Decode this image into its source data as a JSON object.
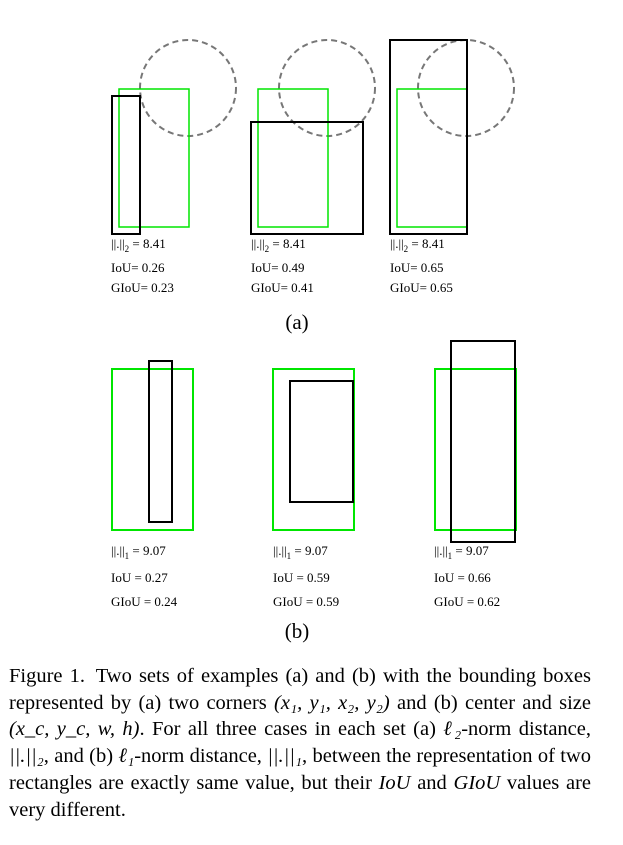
{
  "colors": {
    "ground_truth": "#00e600",
    "prediction": "#000000",
    "circle": "#777777"
  },
  "panel_a": {
    "label": "(a)",
    "cases": [
      {
        "norm_symbol": "||.||",
        "norm_sub": "2",
        "norm_value": "= 8.41",
        "iou": "IoU= 0.26",
        "giou": "GIoU= 0.23"
      },
      {
        "norm_symbol": "||.||",
        "norm_sub": "2",
        "norm_value": "= 8.41",
        "iou": "IoU= 0.49",
        "giou": "GIoU= 0.41"
      },
      {
        "norm_symbol": "||.||",
        "norm_sub": "2",
        "norm_value": "= 8.41",
        "iou": "IoU= 0.65",
        "giou": "GIoU= 0.65"
      }
    ]
  },
  "panel_b": {
    "label": "(b)",
    "cases": [
      {
        "norm_symbol": "||.||",
        "norm_sub": "1",
        "norm_value": "= 9.07",
        "iou": "IoU = 0.27",
        "giou": "GIoU = 0.24"
      },
      {
        "norm_symbol": "||.||",
        "norm_sub": "1",
        "norm_value": "= 9.07",
        "iou": "IoU = 0.59",
        "giou": "GIoU = 0.59"
      },
      {
        "norm_symbol": "||.||",
        "norm_sub": "1",
        "norm_value": "= 9.07",
        "iou": "IoU = 0.66",
        "giou": "GIoU = 0.62"
      }
    ]
  },
  "caption": {
    "lead": "Figure 1.",
    "t1": "Two sets of examples (a) and (b) with the bounding boxes represented by (a) two corners",
    "m1": "(x₁, y₁, x₂, y₂)",
    "t2": "and (b) center and size",
    "m2": "(x_c, y_c, w, h)",
    "t3": ". For all three cases in each set (a)",
    "m3": "ℓ₂",
    "t4": "-norm distance,",
    "m4": "||.||₂",
    "t5": ", and (b)",
    "m5": "ℓ₁",
    "t6": "-norm distance,",
    "m6": "||.||₁",
    "t7": ", between the representation of two rectangles are exactly same value, but their",
    "m7": "IoU",
    "t8": "and",
    "m8": "GIoU",
    "t9": "values are very different."
  }
}
